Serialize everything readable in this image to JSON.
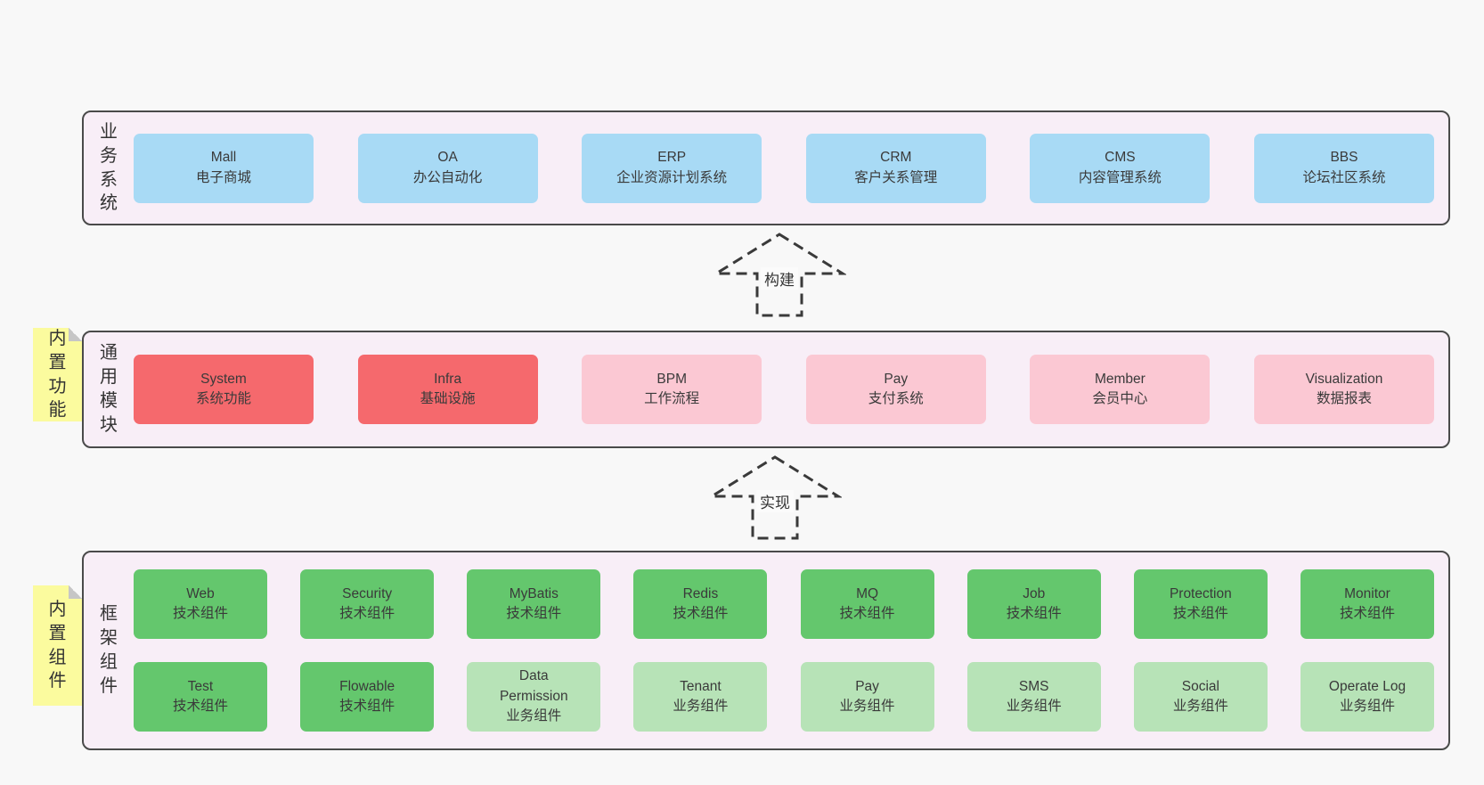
{
  "diagram": {
    "palette": {
      "page_bg": "#f8f8f8",
      "band_bg": "#f8eef7",
      "band_border": "#4a4a4a",
      "blue_box": "#a8daf5",
      "red_box": "#f5696d",
      "pink_box": "#fbc8d3",
      "green_box": "#64c76d",
      "light_green_box": "#b7e3b7",
      "sticky_bg": "#fbfb9e",
      "text": "#3a3a3a"
    },
    "arrows": [
      {
        "label": "构建"
      },
      {
        "label": "实现"
      }
    ],
    "bands": [
      {
        "label": "业务系统",
        "boxes": [
          {
            "title": "Mall",
            "subtitle": "电子商城"
          },
          {
            "title": "OA",
            "subtitle": "办公自动化"
          },
          {
            "title": "ERP",
            "subtitle": "企业资源计划系统"
          },
          {
            "title": "CRM",
            "subtitle": "客户关系管理"
          },
          {
            "title": "CMS",
            "subtitle": "内容管理系统"
          },
          {
            "title": "BBS",
            "subtitle": "论坛社区系统"
          }
        ]
      },
      {
        "label": "通用模块",
        "sticky": "内置功能",
        "boxes": [
          {
            "title": "System",
            "subtitle": "系统功能"
          },
          {
            "title": "Infra",
            "subtitle": "基础设施"
          },
          {
            "title": "BPM",
            "subtitle": "工作流程"
          },
          {
            "title": "Pay",
            "subtitle": "支付系统"
          },
          {
            "title": "Member",
            "subtitle": "会员中心"
          },
          {
            "title": "Visualization",
            "subtitle": "数据报表"
          }
        ]
      },
      {
        "label": "框架组件",
        "sticky": "内置组件",
        "rows": [
          [
            {
              "title": "Web",
              "subtitle": "技术组件"
            },
            {
              "title": "Security",
              "subtitle": "技术组件"
            },
            {
              "title": "MyBatis",
              "subtitle": "技术组件"
            },
            {
              "title": "Redis",
              "subtitle": "技术组件"
            },
            {
              "title": "MQ",
              "subtitle": "技术组件"
            },
            {
              "title": "Job",
              "subtitle": "技术组件"
            },
            {
              "title": "Protection",
              "subtitle": "技术组件"
            },
            {
              "title": "Monitor",
              "subtitle": "技术组件"
            }
          ],
          [
            {
              "title": "Test",
              "subtitle": "技术组件"
            },
            {
              "title": "Flowable",
              "subtitle": "技术组件"
            },
            {
              "title": "Data Permission",
              "subtitle": "业务组件"
            },
            {
              "title": "Tenant",
              "subtitle": "业务组件"
            },
            {
              "title": "Pay",
              "subtitle": "业务组件"
            },
            {
              "title": "SMS",
              "subtitle": "业务组件"
            },
            {
              "title": "Social",
              "subtitle": "业务组件"
            },
            {
              "title": "Operate Log",
              "subtitle": "业务组件"
            }
          ]
        ]
      }
    ]
  }
}
